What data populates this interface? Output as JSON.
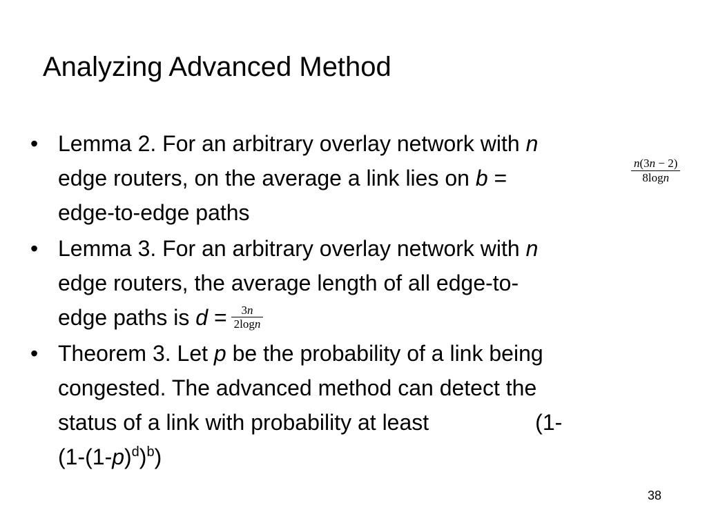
{
  "slide": {
    "title": "Analyzing Advanced Method",
    "page_number": "38"
  },
  "bullets": [
    {
      "marker": "•",
      "line1_text": "Lemma 2. For an arbitrary overlay network with ",
      "line1_var": "n",
      "line2_text": "edge routers, on the average a link lies on ",
      "line2_var": "b",
      "line2_eq": " =",
      "line3_text": "edge-to-edge paths",
      "formula": {
        "num_n": "n",
        "num_open": "(3",
        "num_n2": "n",
        "num_rest": " − 2)",
        "den_prefix": "8log",
        "den_n": "n"
      }
    },
    {
      "marker": "•",
      "line1_text": "Lemma 3. For an arbitrary overlay network with ",
      "line1_var": "n",
      "line2_text": "edge routers, the average length of all edge-to-",
      "line3_text": "edge paths is ",
      "line3_var": "d",
      "line3_eq": " =",
      "formula": {
        "num_prefix": "3",
        "num_n": "n",
        "den_prefix": "2log",
        "den_n": "n"
      }
    },
    {
      "marker": "•",
      "line1_text": "Theorem 3. Let ",
      "line1_var": "p",
      "line1_rest": " be the probability of a link being",
      "line2_text": "congested. The advanced method can detect the",
      "line3_text": "status of a link with probability at least",
      "line3_end": "(1-",
      "line4_prefix": "(1-(1-",
      "line4_var": "p",
      "line4_close1": ")",
      "line4_sup_d": "d",
      "line4_close2": ")",
      "line4_sup_b": "b",
      "line4_close3": ")"
    }
  ]
}
